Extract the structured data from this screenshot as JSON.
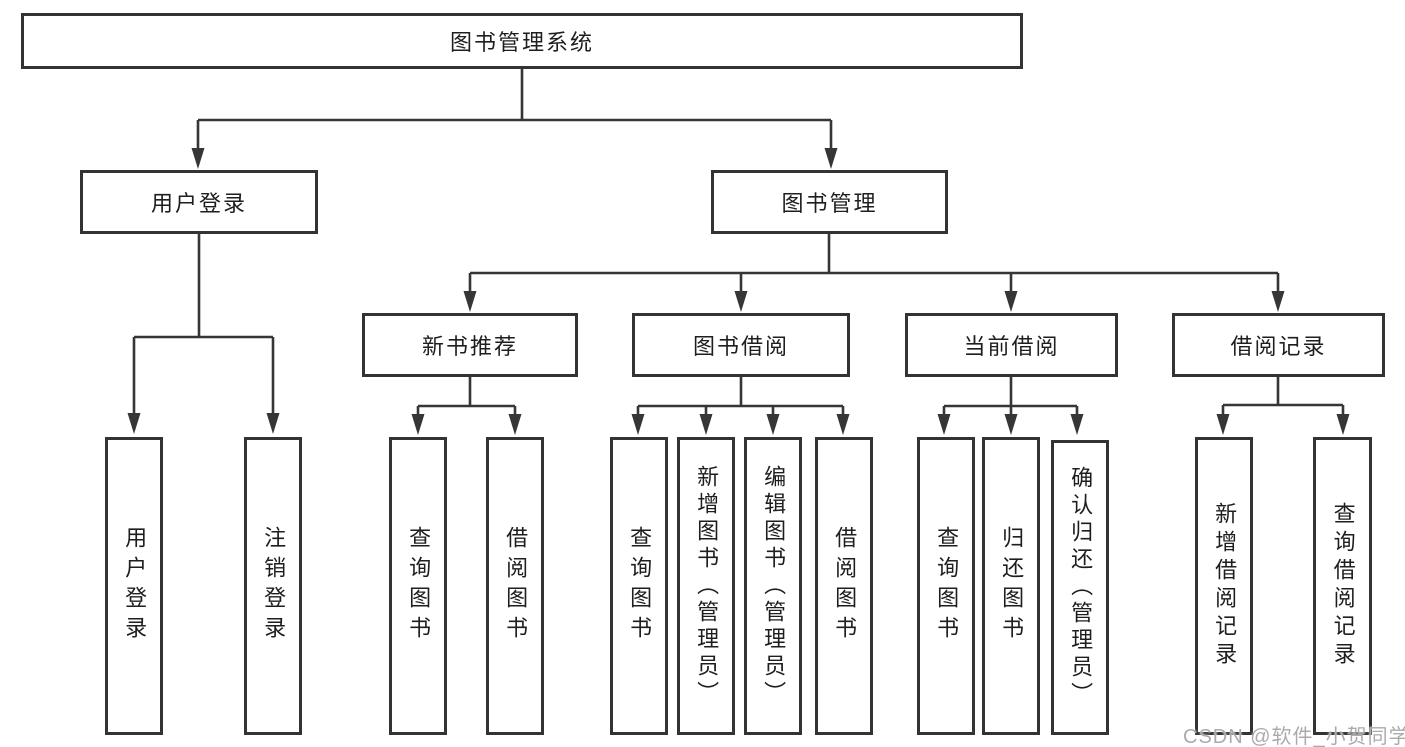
{
  "tree": {
    "label": "图书管理系统",
    "children": [
      {
        "label": "用户登录",
        "children": [
          {
            "label": "用户登录"
          },
          {
            "label": "注销登录"
          }
        ]
      },
      {
        "label": "图书管理",
        "children": [
          {
            "label": "新书推荐",
            "children": [
              {
                "label": "查询图书"
              },
              {
                "label": "借阅图书"
              }
            ]
          },
          {
            "label": "图书借阅",
            "children": [
              {
                "label": "查询图书"
              },
              {
                "label": "新增图书（管理员）"
              },
              {
                "label": "编辑图书（管理员）"
              },
              {
                "label": "借阅图书"
              }
            ]
          },
          {
            "label": "当前借阅",
            "children": [
              {
                "label": "查询图书"
              },
              {
                "label": "归还图书"
              },
              {
                "label": "确认归还（管理员）"
              }
            ]
          },
          {
            "label": "借阅记录",
            "children": [
              {
                "label": "新增借阅记录"
              },
              {
                "label": "查询借阅记录"
              }
            ]
          }
        ]
      }
    ]
  },
  "watermark": "CSDN @软件_小贺同学",
  "colors": {
    "line": "#363636",
    "border": "#333333",
    "text": "#1e1e1e",
    "watermark": "#ababab"
  }
}
